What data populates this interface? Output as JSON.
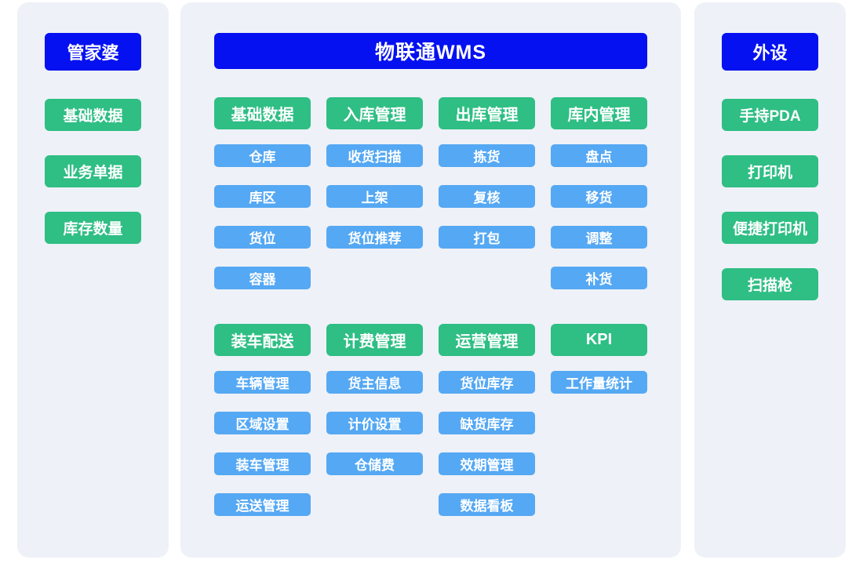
{
  "colors": {
    "deep_blue": "#0511f0",
    "green": "#2fbe84",
    "light_blue": "#55a8f3",
    "panel_bg": "#eef1f7",
    "page_bg": "#ffffff",
    "text": "#ffffff"
  },
  "left_panel": {
    "title": "管家婆",
    "items": [
      "基础数据",
      "业务单据",
      "库存数量"
    ]
  },
  "center_panel": {
    "title": "物联通WMS",
    "sections": [
      {
        "columns": [
          {
            "header": "基础数据",
            "items": [
              "仓库",
              "库区",
              "货位",
              "容器"
            ]
          },
          {
            "header": "入库管理",
            "items": [
              "收货扫描",
              "上架",
              "货位推荐"
            ]
          },
          {
            "header": "出库管理",
            "items": [
              "拣货",
              "复核",
              "打包"
            ]
          },
          {
            "header": "库内管理",
            "items": [
              "盘点",
              "移货",
              "调整",
              "补货"
            ]
          }
        ]
      },
      {
        "columns": [
          {
            "header": "装车配送",
            "items": [
              "车辆管理",
              "区域设置",
              "装车管理",
              "运送管理"
            ]
          },
          {
            "header": "计费管理",
            "items": [
              "货主信息",
              "计价设置",
              "仓储费"
            ]
          },
          {
            "header": "运营管理",
            "items": [
              "货位库存",
              "缺货库存",
              "效期管理",
              "数据看板"
            ]
          },
          {
            "header": "KPI",
            "items": [
              "工作量统计"
            ]
          }
        ]
      }
    ]
  },
  "right_panel": {
    "title": "外设",
    "items": [
      "手持PDA",
      "打印机",
      "便捷打印机",
      "扫描枪"
    ]
  }
}
